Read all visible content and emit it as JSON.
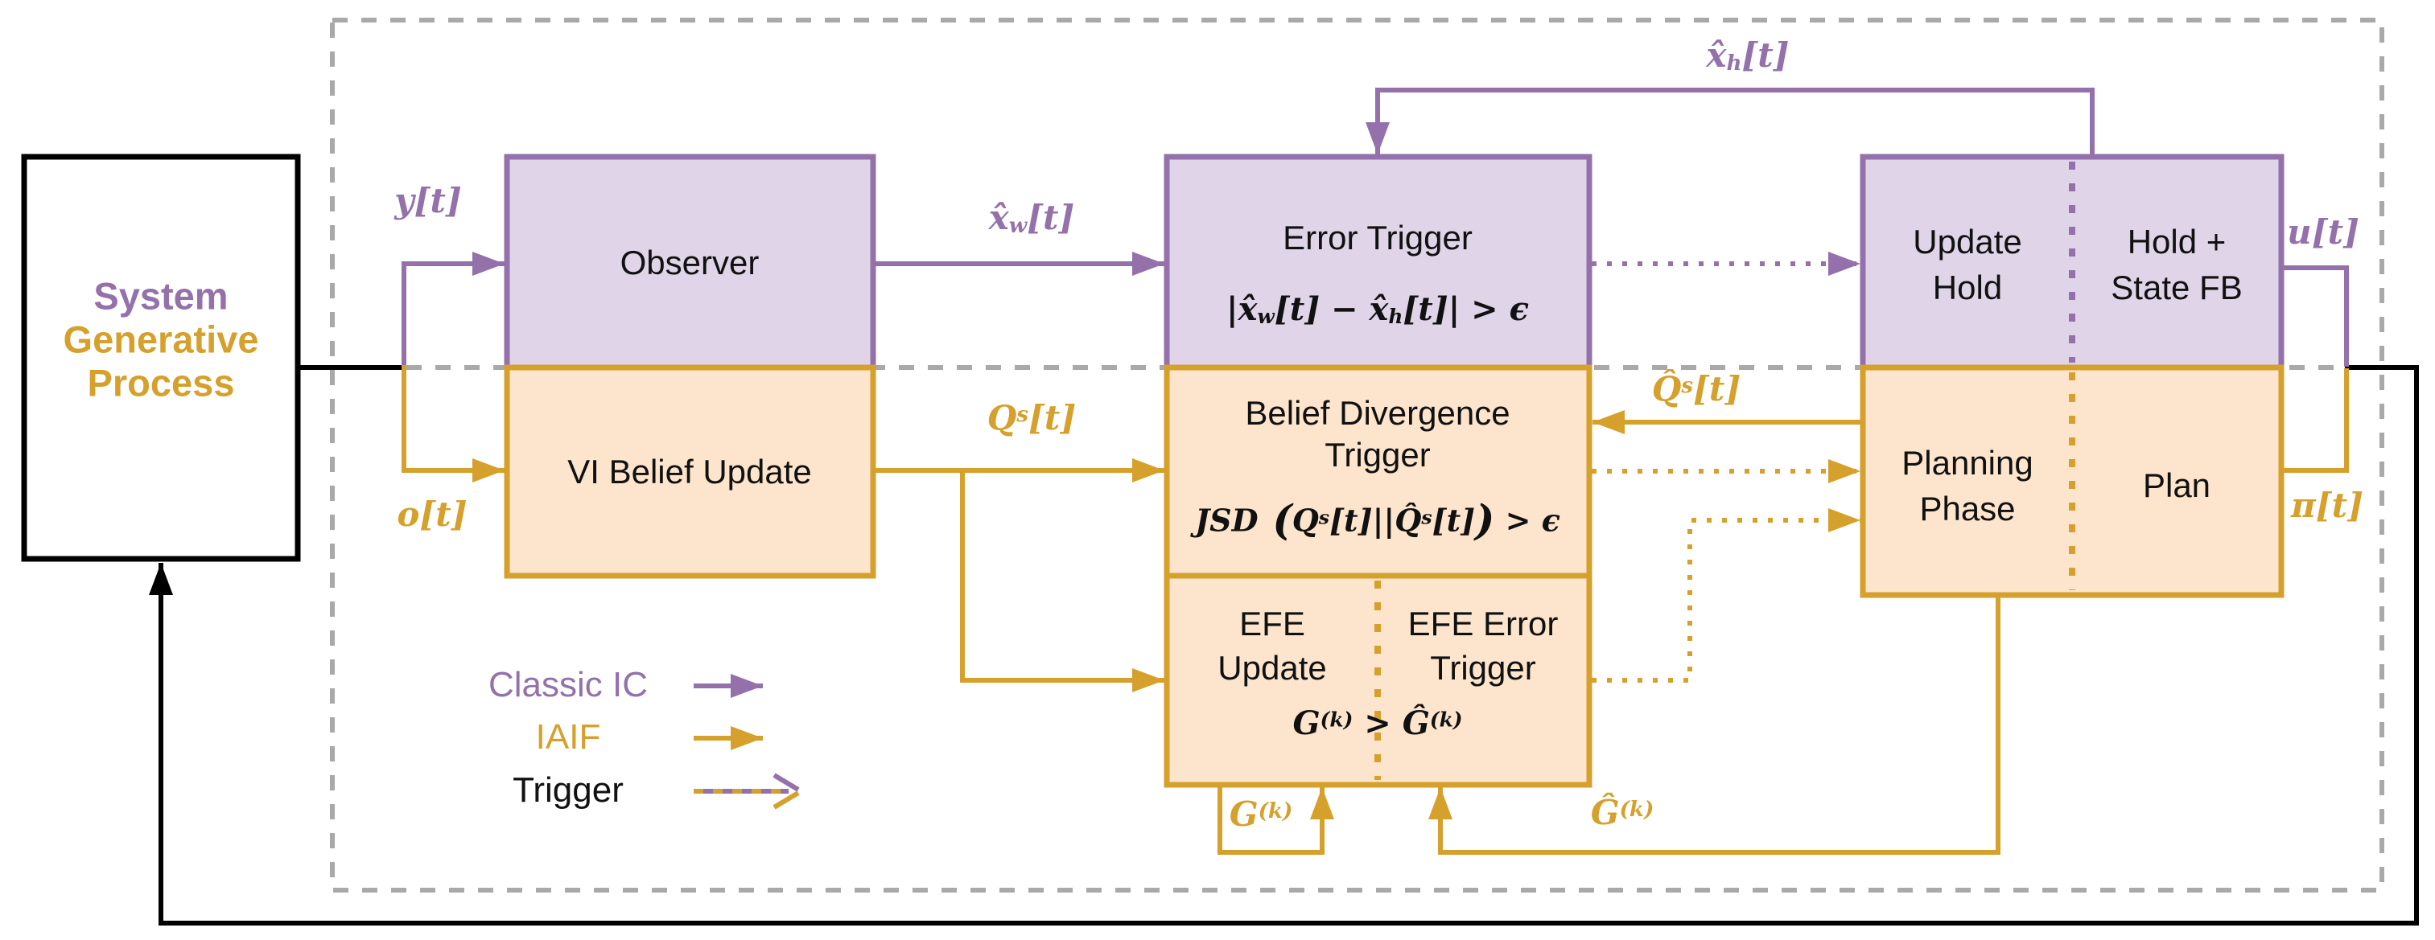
{
  "boxes": {
    "sgp": {
      "line1": "System",
      "line2": "Generative",
      "line3": "Process"
    },
    "observer": {
      "label": "Observer"
    },
    "vi": {
      "label": "VI Belief Update"
    },
    "error_trigger": {
      "title": "Error Trigger",
      "formula": [
        {
          "t": "|x̂"
        },
        {
          "t": "w",
          "v": "sub"
        },
        {
          "t": "[t] − x̂"
        },
        {
          "t": "h",
          "v": "sub"
        },
        {
          "t": "[t]| > ϵ"
        }
      ]
    },
    "belief_trigger": {
      "title_line1": "Belief Divergence",
      "title_line2": "Trigger",
      "formula": [
        {
          "t": "JSD"
        },
        {
          "t": " (",
          "v": "big"
        },
        {
          "t": "Q"
        },
        {
          "t": "s",
          "v": "sup"
        },
        {
          "t": "[t]||Q̂"
        },
        {
          "t": "s",
          "v": "sup"
        },
        {
          "t": "[t]"
        },
        {
          "t": ")",
          "v": "big"
        },
        {
          "t": " > ϵ"
        }
      ]
    },
    "efe_update": {
      "line1": "EFE",
      "line2": "Update"
    },
    "efe_error": {
      "line1": "EFE Error",
      "line2": "Trigger"
    },
    "efe_formula": [
      {
        "t": "G"
      },
      {
        "t": "(k)",
        "v": "sup"
      },
      {
        "t": " > Ĝ"
      },
      {
        "t": "(k)",
        "v": "sup"
      }
    ],
    "update_hold": {
      "line1": "Update",
      "line2": "Hold"
    },
    "hold_state_fb": {
      "line1": "Hold +",
      "line2": "State FB"
    },
    "planning": {
      "line1": "Planning",
      "line2": "Phase"
    },
    "plan": {
      "label": "Plan"
    }
  },
  "signals": {
    "y": [
      {
        "t": "y[t]"
      }
    ],
    "o": [
      {
        "t": "o[t]"
      }
    ],
    "xw": [
      {
        "t": "x̂"
      },
      {
        "t": "w",
        "v": "sub"
      },
      {
        "t": "[t]"
      }
    ],
    "xh": [
      {
        "t": "x̂"
      },
      {
        "t": "h",
        "v": "sub"
      },
      {
        "t": "[t]"
      }
    ],
    "qs": [
      {
        "t": "Q"
      },
      {
        "t": "s",
        "v": "sup"
      },
      {
        "t": "[t]"
      }
    ],
    "qhat": [
      {
        "t": "Q̂"
      },
      {
        "t": "s",
        "v": "sup"
      },
      {
        "t": "[t]"
      }
    ],
    "u": [
      {
        "t": "u[t]"
      }
    ],
    "pi": [
      {
        "t": "π[t]"
      }
    ],
    "g": [
      {
        "t": "G"
      },
      {
        "t": "(k)",
        "v": "sup"
      }
    ],
    "ghat": [
      {
        "t": "Ĝ"
      },
      {
        "t": "(k)",
        "v": "sup"
      }
    ]
  },
  "legend": {
    "classic_ic": "Classic IC",
    "iaif": "IAIF",
    "trigger": "Trigger"
  },
  "colors": {
    "purple": "#9471ab",
    "purple_fill": "#e0d5e8",
    "orange": "#d6a02c",
    "orange_fill": "#fde5cd",
    "gray": "#a9a9a9",
    "black": "#000000"
  }
}
